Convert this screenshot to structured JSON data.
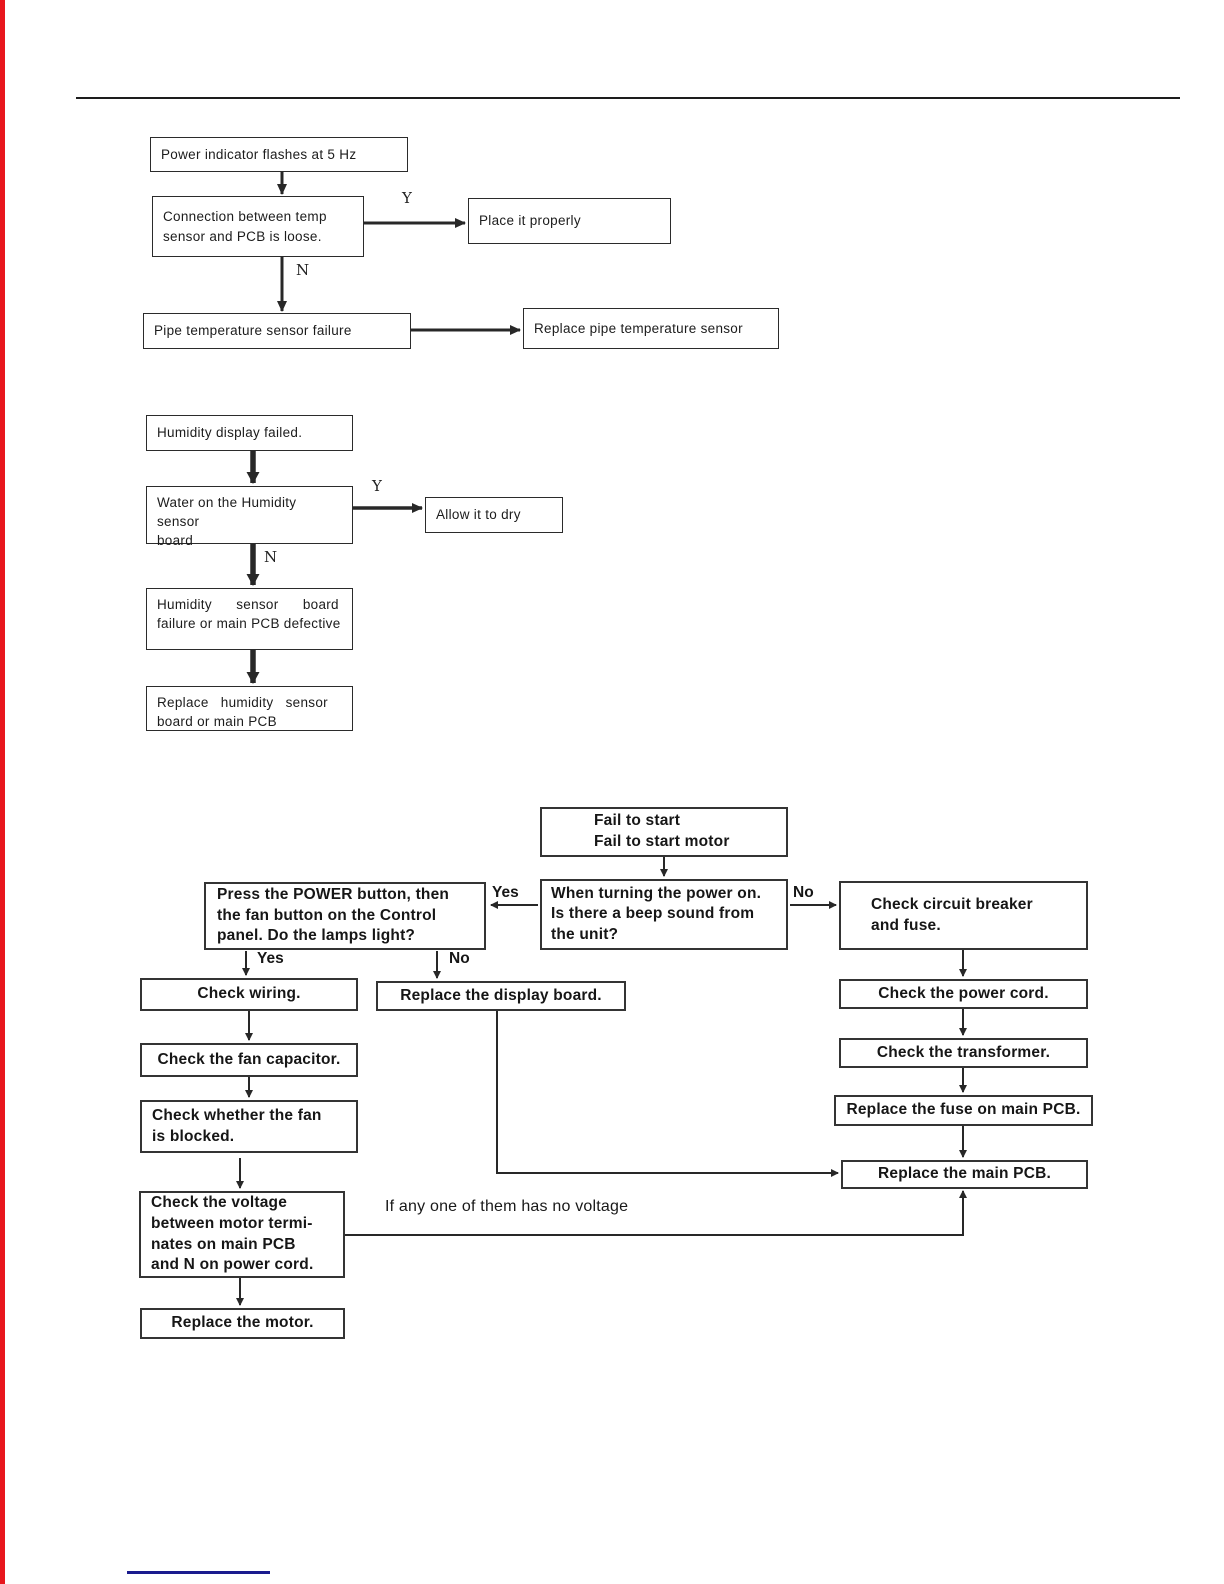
{
  "page": {
    "left_margin_red": "#e8161d",
    "footer_link_blue": "#1a1b8e",
    "line_color": "#282828"
  },
  "flowchart_pipe_sensor": {
    "start": "Power indicator flashes at 5 Hz",
    "q_connection": "Connection between temp\nsensor and PCB is loose.",
    "place_properly": "Place it properly",
    "failure": "Pipe temperature sensor failure",
    "replace": "Replace pipe temperature sensor",
    "yes_label": "Y",
    "no_label": "N"
  },
  "flowchart_humidity": {
    "start": "Humidity display failed.",
    "q_water": "Water on the Humidity sensor\nboard",
    "allow_dry": "Allow it to dry",
    "failure": "Humidity      sensor      board\nfailure or main PCB defective",
    "replace": "Replace   humidity   sensor\nboard or main PCB",
    "yes_label": "Y",
    "no_label": "N"
  },
  "flowchart_start": {
    "start": "Fail to start\nFail to start motor",
    "q_beep": "When turning the power on.\nIs there a beep sound from\nthe unit?",
    "q_lamps": "Press the POWER button, then\nthe fan button on the Control\npanel. Do the lamps light?",
    "check_wiring": "Check wiring.",
    "check_fan_capacitor": "Check the fan capacitor.",
    "check_fan_blocked": "Check whether the fan\nis blocked.",
    "check_voltage": "Check the voltage\nbetween motor termi-\nnates on main PCB\nand N on power cord.",
    "replace_motor": "Replace the motor.",
    "replace_display_board": "Replace the display board.",
    "check_breaker": "Check circuit breaker\nand fuse.",
    "check_power_cord": "Check the power cord.",
    "check_transformer": "Check the transformer.",
    "replace_fuse": "Replace the fuse on main PCB.",
    "replace_main_pcb": "Replace the main PCB.",
    "yes_label": "Yes",
    "no_label": "No",
    "no_voltage_note": "If any one of them has no voltage"
  }
}
